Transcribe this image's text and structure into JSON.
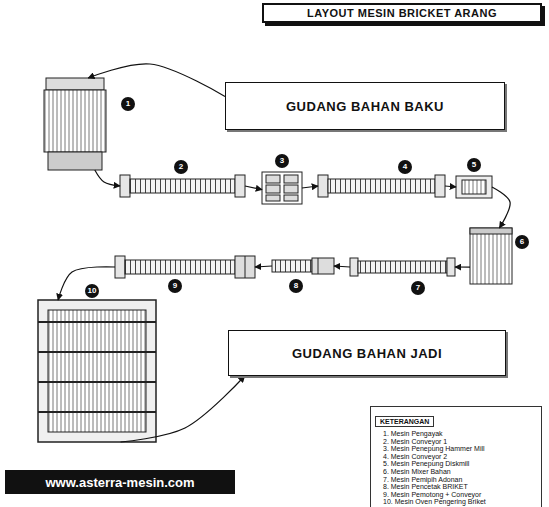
{
  "diagram": {
    "title": "LAYOUT MESIN BRICKET ARANG",
    "nodes": [
      {
        "text": [
          "GUDANG BAHAN BAKU"
        ]
      },
      {
        "text": [
          "1"
        ]
      },
      {
        "text": [
          "2"
        ]
      },
      {
        "text": [
          "3"
        ]
      },
      {
        "text": [
          "4"
        ]
      },
      {
        "text": [
          "5"
        ]
      },
      {
        "text": [
          "6"
        ]
      },
      {
        "text": [
          "7"
        ]
      },
      {
        "text": [
          "8"
        ]
      },
      {
        "text": [
          "9"
        ]
      },
      {
        "text": [
          "10"
        ]
      },
      {
        "text": [
          "GUDANG BAHAN JADI"
        ]
      }
    ],
    "edges": [
      {
        "from": 0,
        "to": 1,
        "arrow": "to"
      },
      {
        "from": 1,
        "to": 2,
        "arrow": "to"
      },
      {
        "from": 2,
        "to": 3,
        "arrow": "to"
      },
      {
        "from": 3,
        "to": 4,
        "arrow": "to"
      },
      {
        "from": 4,
        "to": 5,
        "arrow": "to"
      },
      {
        "from": 5,
        "to": 6,
        "arrow": "to"
      },
      {
        "from": 6,
        "to": 7,
        "arrow": "to"
      },
      {
        "from": 7,
        "to": 8,
        "arrow": "to"
      },
      {
        "from": 8,
        "to": 9,
        "arrow": "to"
      },
      {
        "from": 9,
        "to": 10,
        "arrow": "to"
      },
      {
        "from": 10,
        "to": 11,
        "arrow": "to"
      }
    ],
    "labels": [
      "KETERANGAN",
      "www.asterra-mesin.com"
    ],
    "legend": [
      {
        "text": "1. Mesin Pengayak"
      },
      {
        "text": "2. Mesin Conveyor 1"
      },
      {
        "text": "3. Mesin Penepung Hammer Mill"
      },
      {
        "text": "4. Mesin Conveyor 2"
      },
      {
        "text": "5. Mesin Penepung Diskmill"
      },
      {
        "text": "6. Mesin Mixer Bahan"
      },
      {
        "text": "7. Mesin Pemipih Adonan"
      },
      {
        "text": "8. Mesin Pencetak BRIKET"
      },
      {
        "text": "9. Mesin Pemotong + Conveyor"
      },
      {
        "text": "10. Mesin Oven Pengering Briket"
      }
    ]
  }
}
